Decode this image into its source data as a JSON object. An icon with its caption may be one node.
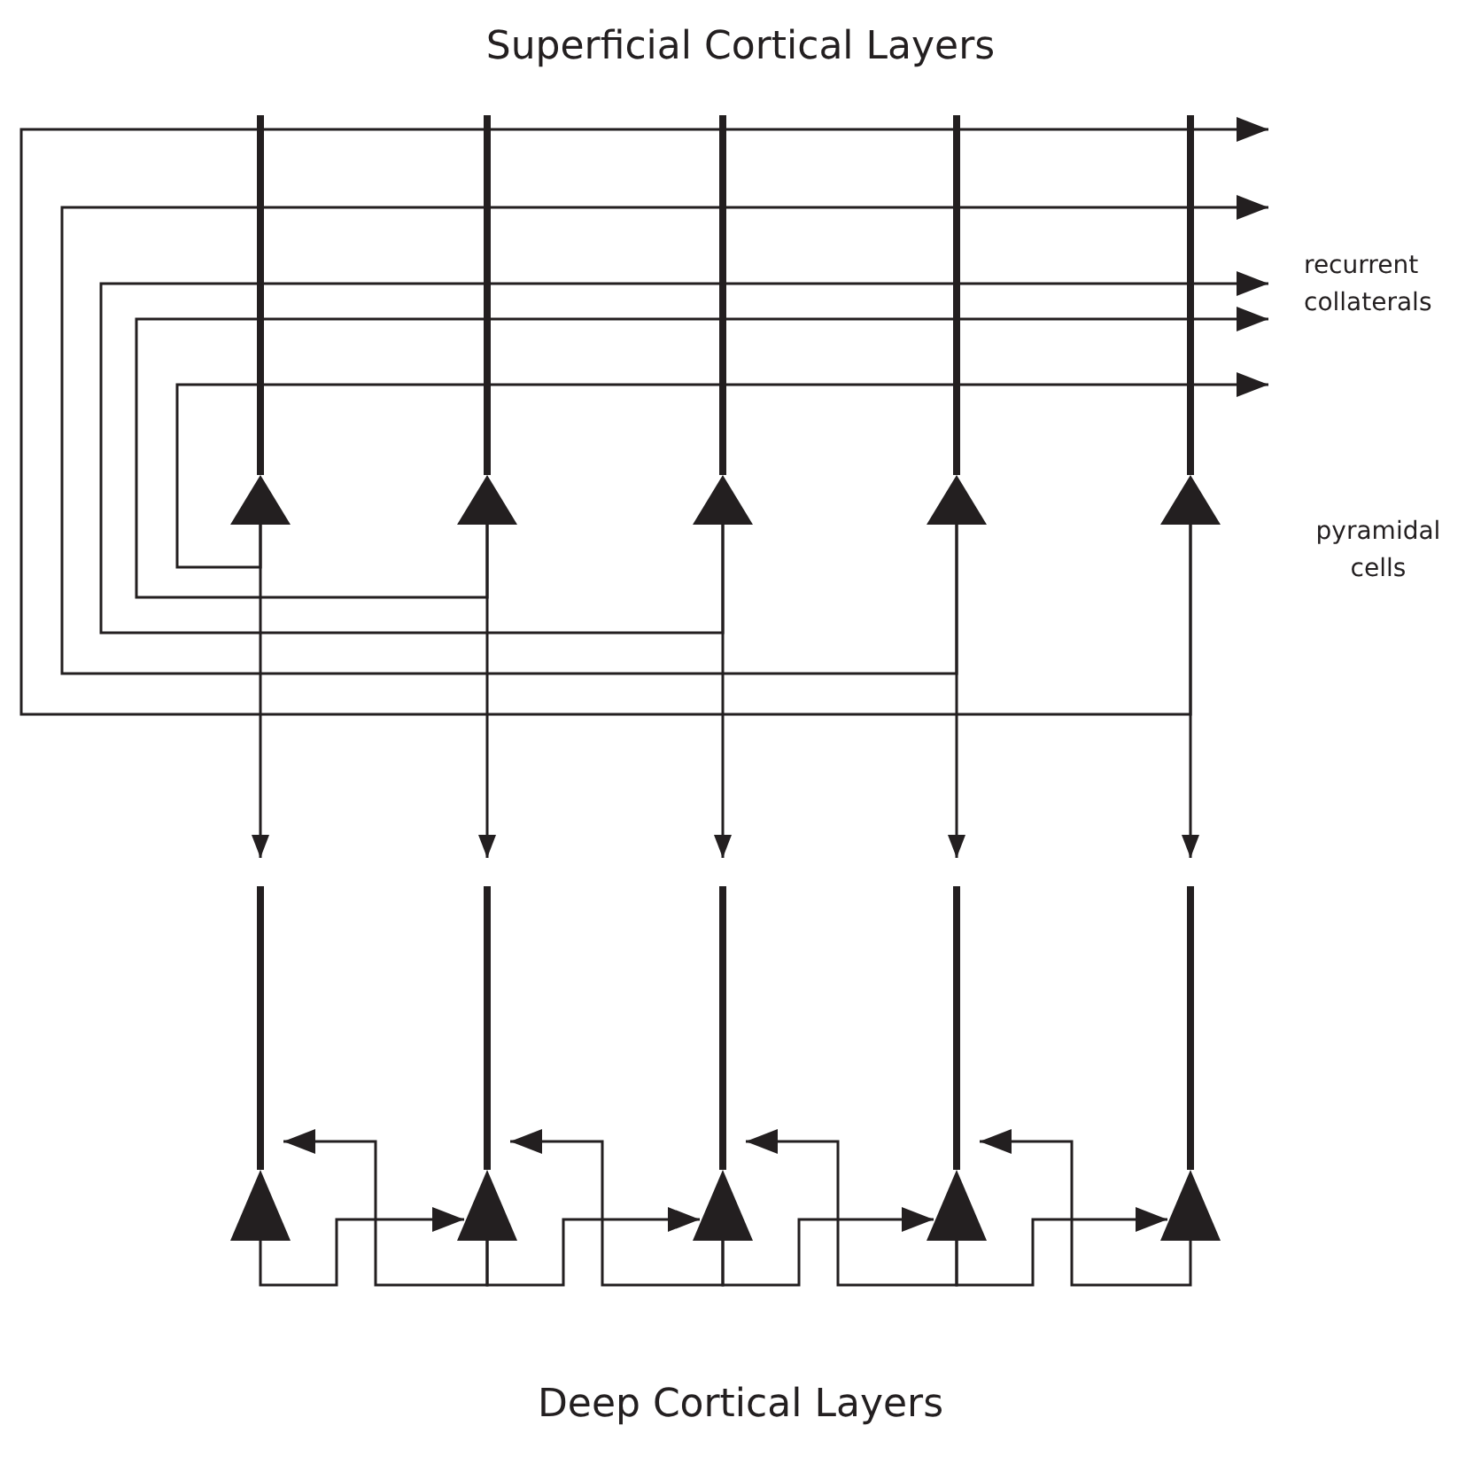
{
  "diagram": {
    "title": "Superficial Cortical Layers",
    "nodes": [
      {
        "text": [],
        "shape": "triangle"
      },
      {
        "text": [],
        "shape": "triangle"
      },
      {
        "text": [],
        "shape": "triangle"
      },
      {
        "text": [],
        "shape": "triangle"
      },
      {
        "text": [],
        "shape": "triangle"
      },
      {
        "text": [],
        "shape": "triangle"
      },
      {
        "text": [],
        "shape": "triangle"
      },
      {
        "text": [],
        "shape": "triangle"
      },
      {
        "text": [],
        "shape": "triangle"
      },
      {
        "text": [],
        "shape": "triangle"
      }
    ],
    "edges": [
      {
        "from": 0,
        "to": 5,
        "arrow": "to"
      },
      {
        "from": 1,
        "to": 6,
        "arrow": "to"
      },
      {
        "from": 2,
        "to": 7,
        "arrow": "to"
      },
      {
        "from": 3,
        "to": 8,
        "arrow": "to"
      },
      {
        "from": 4,
        "to": 9,
        "arrow": "to"
      },
      {
        "from": 0,
        "to": null,
        "arrow": "to"
      },
      {
        "from": 1,
        "to": null,
        "arrow": "to"
      },
      {
        "from": 2,
        "to": null,
        "arrow": "to"
      },
      {
        "from": 3,
        "to": null,
        "arrow": "to"
      },
      {
        "from": 4,
        "to": null,
        "arrow": "to"
      },
      {
        "from": 6,
        "to": 5,
        "arrow": "to"
      },
      {
        "from": 5,
        "to": 6,
        "arrow": "to"
      },
      {
        "from": 7,
        "to": 6,
        "arrow": "to"
      },
      {
        "from": 6,
        "to": 7,
        "arrow": "to"
      },
      {
        "from": 8,
        "to": 7,
        "arrow": "to"
      },
      {
        "from": 7,
        "to": 8,
        "arrow": "to"
      },
      {
        "from": 9,
        "to": 8,
        "arrow": "to"
      },
      {
        "from": 8,
        "to": 9,
        "arrow": "to"
      }
    ],
    "labels": [
      "recurrent collaterals",
      "pyramidal cells",
      "Deep Cortical Layers"
    ]
  }
}
